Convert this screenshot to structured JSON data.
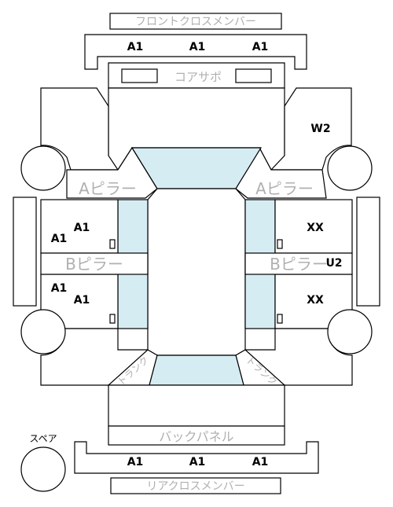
{
  "labels": {
    "front_cross_member": "フロントクロスメンバー",
    "core_support": "コアサポ",
    "a_pillar_left": "Aピラー",
    "a_pillar_right": "Aピラー",
    "b_pillar_left": "Bピラー",
    "b_pillar_right": "Bピラー",
    "trunk_left": "トランク",
    "trunk_right": "トランク",
    "back_panel": "バックパネル",
    "rear_cross_member": "リアクロスメンバー",
    "spare": "スペア"
  },
  "grades": {
    "front_cross_1": "A1",
    "front_cross_2": "A1",
    "front_cross_3": "A1",
    "right_fender": "W2",
    "left_front_door_a": "A1",
    "left_front_door_b": "A1",
    "left_rear_door_a": "A1",
    "left_rear_door_b": "A1",
    "right_front_door": "XX",
    "right_rear_door": "XX",
    "right_b_pillar": "U2",
    "rear_cross_1": "A1",
    "rear_cross_2": "A1",
    "rear_cross_3": "A1"
  }
}
